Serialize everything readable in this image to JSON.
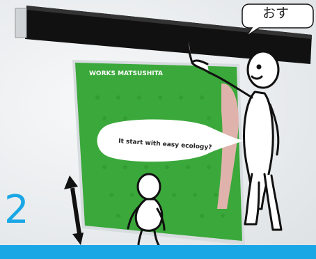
{
  "speech_bubble": {
    "text": "おす"
  },
  "poster": {
    "header": "WORKS MATSUSHITA",
    "caption": "It start with easy ecology?"
  },
  "step_number": "2",
  "colors": {
    "accent": "#1aa7e6",
    "poster_green": "#3aa83a",
    "rail": "#111111"
  },
  "icons": [
    "up-down-arrow-icon",
    "pointing-finger-icon"
  ]
}
